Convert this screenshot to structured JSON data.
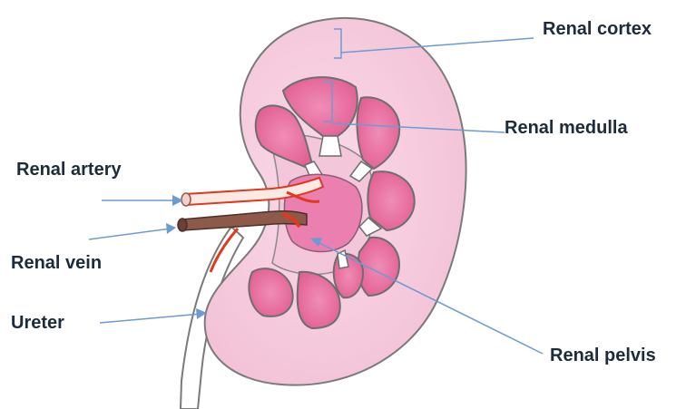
{
  "labels": {
    "renal_cortex": "Renal cortex",
    "renal_medulla": "Renal medulla",
    "renal_artery": "Renal artery",
    "renal_vein": "Renal vein",
    "ureter": "Ureter",
    "renal_pelvis": "Renal pelvis"
  },
  "colors": {
    "cortex": "#f6cfe0",
    "cortex_outline": "#7a7a7a",
    "medulla": "#e8689c",
    "pelvis": "#ea7fb0",
    "artery": "#e0391e",
    "vein": "#8d5a4a",
    "pointer": "#6c9bd2",
    "label_text": "#1d2b3a"
  }
}
